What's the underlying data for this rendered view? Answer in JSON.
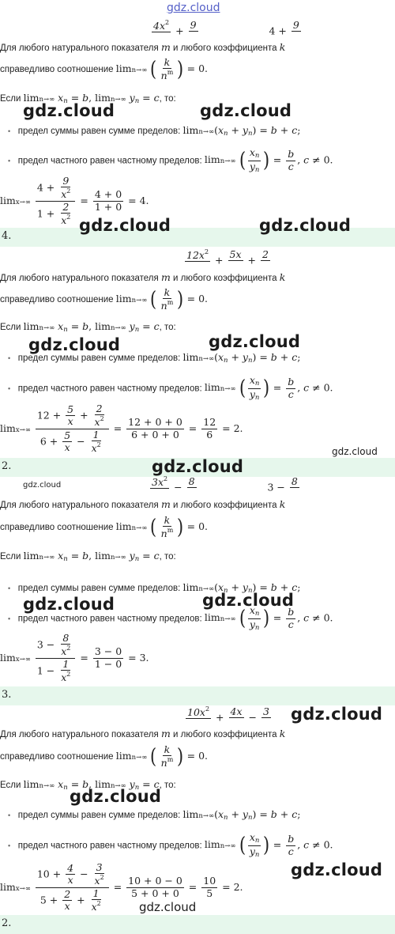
{
  "watermarks": {
    "brand": "gdz.cloud"
  },
  "theory": {
    "line1": "Для любого натурального показателя",
    "m_var": "m",
    "and_coef": "и любого коэффициента",
    "k_var": "k",
    "line2": "справедливо соотношение",
    "if_prefix": "Если",
    "then": ", то:",
    "sum_rule": "предел суммы равен сумме пределов:",
    "quot_rule": "предел частного равен частному пределов:"
  },
  "blocks": [
    {
      "answer": "4."
    },
    {
      "answer": "2."
    },
    {
      "answer": "3."
    },
    {
      "answer": "2."
    }
  ],
  "colors": {
    "answer_bg": "#e6f7ec",
    "watermark_top": "#5560c8"
  }
}
